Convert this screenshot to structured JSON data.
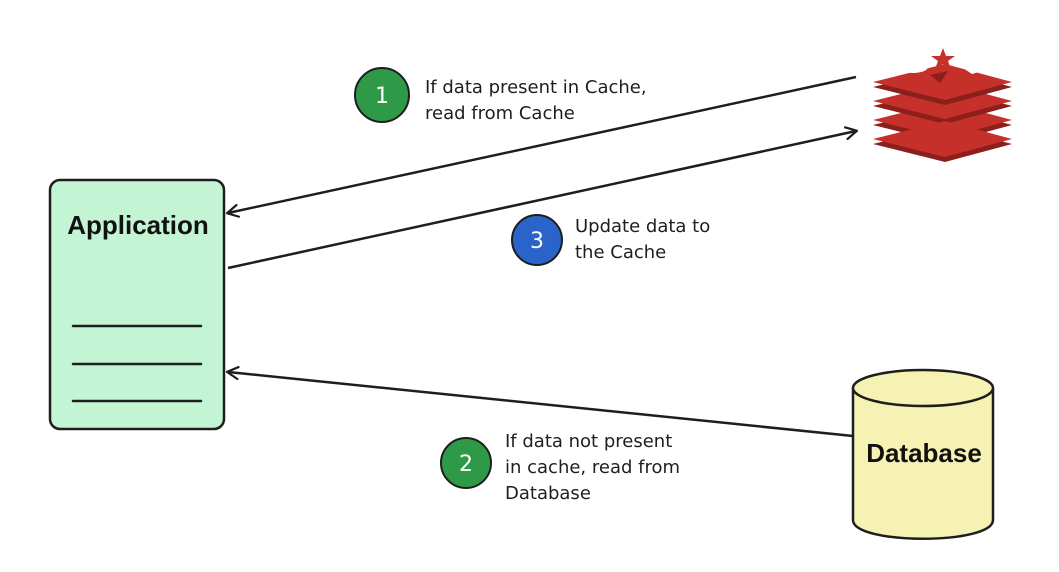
{
  "application": {
    "title": "Application",
    "fill": "#c3f5d5"
  },
  "database": {
    "title": "Database",
    "fill": "#f5f2b3"
  },
  "redis_logo": {
    "icon": "redis-logo-icon",
    "color": "#c6302b"
  },
  "steps": [
    {
      "number": "1",
      "color": "#2e9a47",
      "lines": [
        "If data present in Cache,",
        "read from Cache"
      ]
    },
    {
      "number": "2",
      "color": "#2e9a47",
      "lines": [
        "If data not present",
        "in cache, read from",
        "Database"
      ]
    },
    {
      "number": "3",
      "color": "#2a63c9",
      "lines": [
        "Update data to",
        "the Cache"
      ]
    }
  ]
}
